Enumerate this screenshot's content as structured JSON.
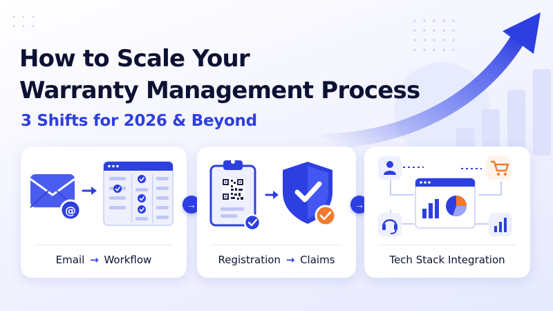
{
  "title_lines": [
    "How to Scale Your",
    "Warranty Management Process"
  ],
  "subtitle": "3 Shifts for 2026 & Beyond",
  "cards": [
    {
      "from": "Email",
      "to": "Workflow"
    },
    {
      "from": "Registration",
      "to": "Claims"
    },
    {
      "label": "Tech Stack Integration"
    }
  ],
  "connector_icon": "arrow-right-icon",
  "colors": {
    "primary": "#2d3fe0",
    "title": "#0d1133",
    "accent_orange": "#f07a2e",
    "background": "#eef0fd"
  }
}
